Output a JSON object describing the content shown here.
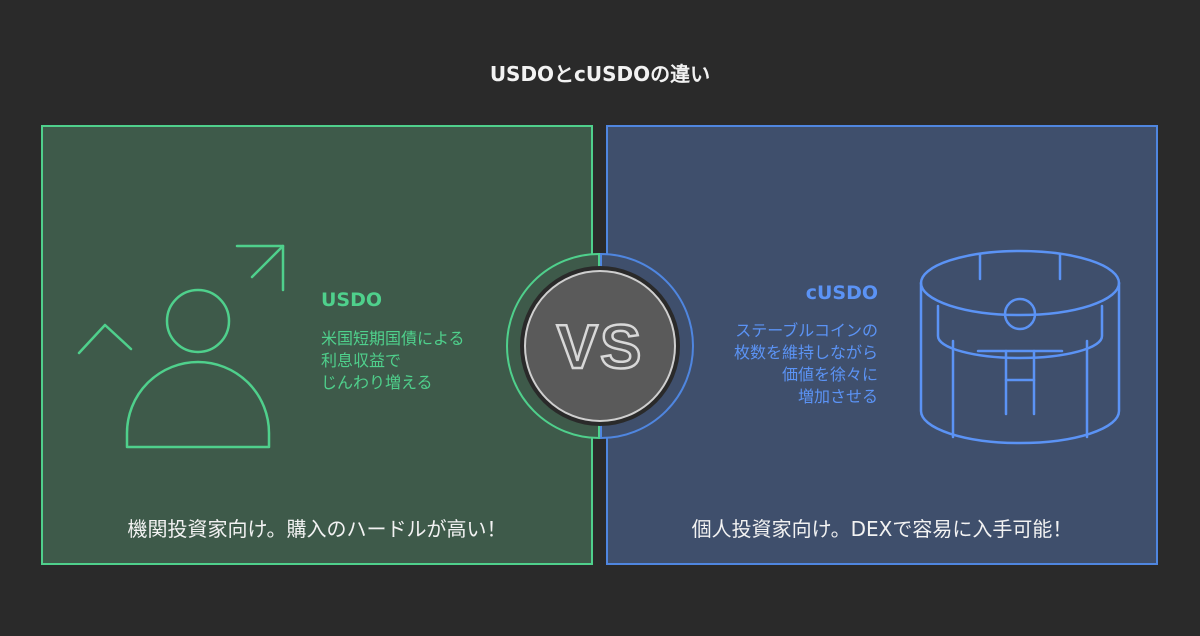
{
  "title": "USDOとcUSDOの違い",
  "left": {
    "heading": "USDO",
    "description": [
      "米国短期国債による",
      "利息収益で",
      "じんわり増える"
    ],
    "caption": "機関投資家向け。購入のハードルが高い！",
    "icon": "person-arrow-icon",
    "accent": "#4fd08c"
  },
  "right": {
    "heading": "cUSDO",
    "description": [
      "ステーブルコインの",
      "枚数を維持しながら",
      "価値を徐々に",
      "増加させる"
    ],
    "caption": "個人投資家向け。DEXで容易に入手可能！",
    "icon": "person-in-cylinder-icon",
    "accent": "#4f86e0"
  },
  "vs_label": "VS"
}
